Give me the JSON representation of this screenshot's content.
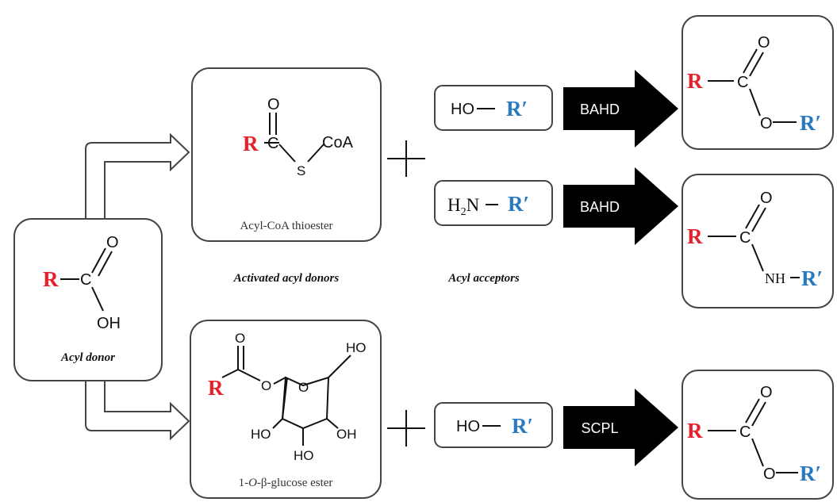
{
  "colors": {
    "r_group": "#e8202a",
    "r_prime_group": "#2a7ac0",
    "arrow_fill": "#000000",
    "box_stroke": "#444444"
  },
  "acyl_donor": {
    "r": "R",
    "carbon": "C",
    "oxygen": "O",
    "hydroxyl": "OH",
    "caption": "Acyl donor"
  },
  "thioester": {
    "r": "R",
    "carbon": "C",
    "oxygen": "O",
    "sulfur": "S",
    "coa": "CoA",
    "caption": "Acyl-CoA thioester"
  },
  "glucose_ester": {
    "r": "R",
    "ring_o": "O",
    "link_o": "O",
    "ho_top": "HO",
    "ho_left": "HO",
    "oh_right": "OH",
    "ho_bottom": "HO",
    "caption_prefix": "1-",
    "caption_o": "O",
    "caption_rest": "-β-glucose ester"
  },
  "labels": {
    "activated_donors": "Activated acyl donors",
    "acceptors": "Acyl acceptors",
    "plus": "+"
  },
  "acceptors": {
    "alcohol_top": {
      "group": "HO",
      "dash": "—",
      "rp": "R′"
    },
    "amine": {
      "group": "H",
      "sub": "2",
      "n": "N",
      "dash": "—",
      "rp": "R′"
    },
    "alcohol_bottom": {
      "group": "HO",
      "dash": "—",
      "rp": "R′"
    }
  },
  "enzymes": {
    "top": "BAHD",
    "middle": "BAHD",
    "bottom": "SCPL"
  },
  "products": {
    "ester_top": {
      "r": "R",
      "carbon": "C",
      "oxygen": "O",
      "link": "O",
      "rp": "R′"
    },
    "amide": {
      "r": "R",
      "carbon": "C",
      "oxygen": "O",
      "link": "NH",
      "rp": "R′"
    },
    "ester_bottom": {
      "r": "R",
      "carbon": "C",
      "oxygen": "O",
      "link": "O",
      "rp": "R′"
    }
  }
}
